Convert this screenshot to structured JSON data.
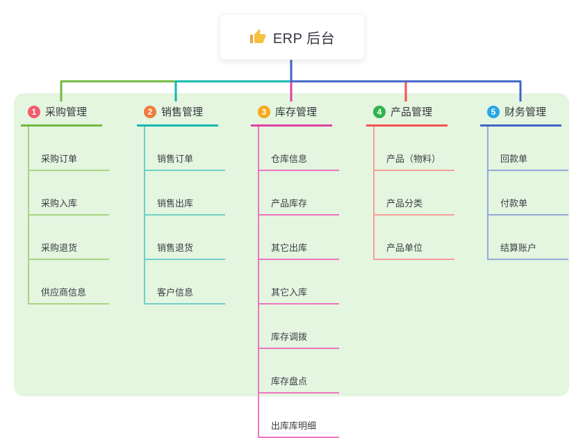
{
  "root": {
    "title": "ERP 后台",
    "icon": "thumbs-up-icon",
    "icon_color": "#f6c041",
    "connector_color": "#4163c7"
  },
  "canvas": {
    "background_color": "#ffffff",
    "panel_color": "#e4f5e0"
  },
  "branches": [
    {
      "index": "1",
      "label": "采购管理",
      "badge_color": "#f25c6c",
      "line_color": "#72b83e",
      "child_line_color": "#a8d57f",
      "children": [
        "采购订单",
        "采购入库",
        "采购退货",
        "供应商信息"
      ]
    },
    {
      "index": "2",
      "label": "销售管理",
      "badge_color": "#f07b3b",
      "line_color": "#12b7ad",
      "child_line_color": "#6ed0c6",
      "children": [
        "销售订单",
        "销售出库",
        "销售退货",
        "客户信息"
      ]
    },
    {
      "index": "3",
      "label": "库存管理",
      "badge_color": "#f8a81d",
      "line_color": "#e13ea1",
      "child_line_color": "#ef75bf",
      "children": [
        "仓库信息",
        "产品库存",
        "其它出库",
        "其它入库",
        "库存调拨",
        "库存盘点",
        "出库库明细"
      ]
    },
    {
      "index": "4",
      "label": "产品管理",
      "badge_color": "#2fb34d",
      "line_color": "#f4504e",
      "child_line_color": "#f79d97",
      "children": [
        "产品（物料）",
        "产品分类",
        "产品单位"
      ]
    },
    {
      "index": "5",
      "label": "财务管理",
      "badge_color": "#27a6e8",
      "line_color": "#4163c7",
      "child_line_color": "#94a9da",
      "children": [
        "回款单",
        "付款单",
        "结算账户"
      ]
    }
  ]
}
